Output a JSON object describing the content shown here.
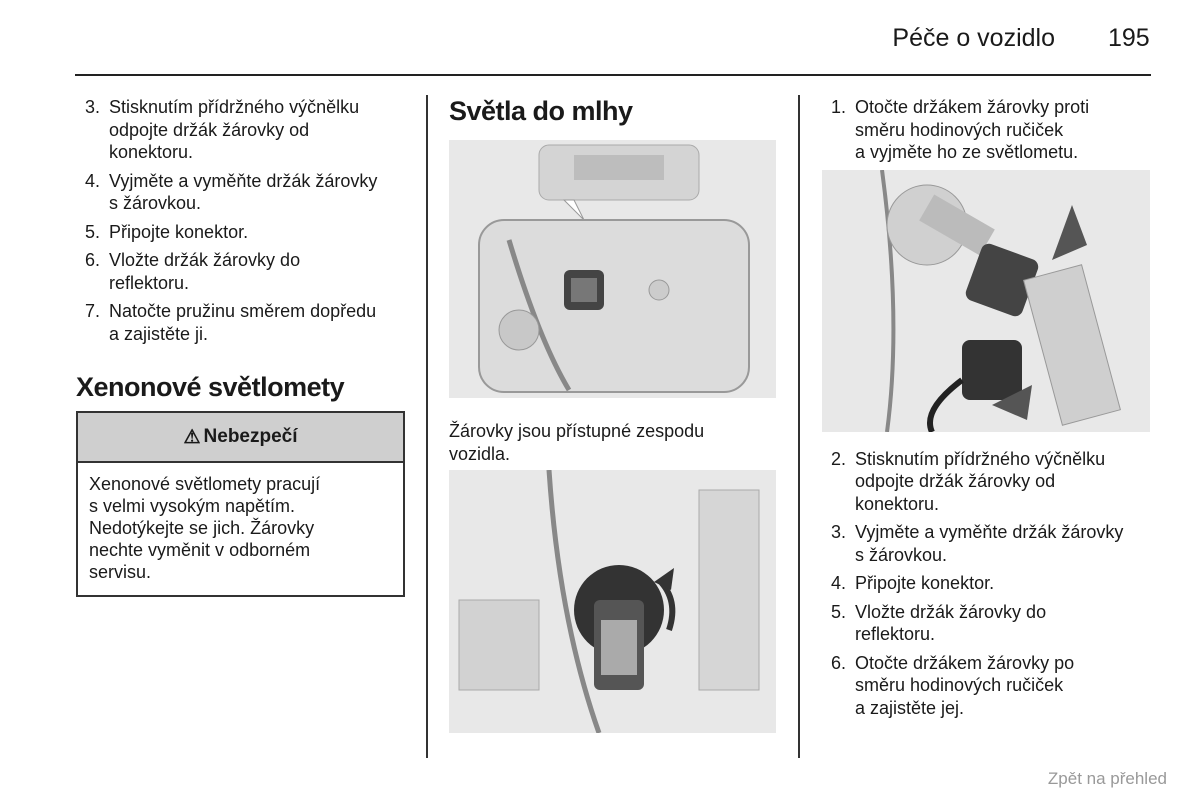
{
  "header": {
    "title": "Péče o vozidlo",
    "page_number": "195"
  },
  "left": {
    "items": [
      {
        "num": "3.",
        "lines": [
          "Stisknutím přídržného výčnělku",
          "odpojte držák žárovky od",
          "konektoru."
        ]
      },
      {
        "num": "4.",
        "lines": [
          "Vyjměte a vyměňte držák žárovky",
          "s žárovkou."
        ]
      },
      {
        "num": "5.",
        "lines": [
          "Připojte konektor."
        ]
      },
      {
        "num": "6.",
        "lines": [
          "Vložte držák žárovky do",
          "reflektoru."
        ]
      },
      {
        "num": "7.",
        "lines": [
          "Natočte pružinu směrem dopředu",
          "a zajistěte ji."
        ]
      }
    ],
    "heading": "Xenonové světlomety",
    "warning": {
      "icon": "warning-triangle-icon",
      "title": "Nebezpečí",
      "lines": [
        "Xenonové světlomety pracují",
        "s velmi vysokým napětím.",
        "Nedotýkejte se jich. Žárovky",
        "nechte vyměnit v odborném",
        "servisu."
      ]
    }
  },
  "middle": {
    "heading": "Světla do mlhy",
    "caption": [
      "Žárovky jsou přístupné zespodu",
      "vozidla."
    ]
  },
  "right": {
    "items": [
      {
        "num": "1.",
        "lines": [
          "Otočte držákem žárovky proti",
          "směru hodinových ručiček",
          "a vyjměte ho ze světlometu."
        ]
      },
      {
        "num": "2.",
        "lines": [
          "Stisknutím přídržného výčnělku",
          "odpojte držák žárovky od",
          "konektoru."
        ]
      },
      {
        "num": "3.",
        "lines": [
          "Vyjměte a vyměňte držák žárovky",
          "s žárovkou."
        ]
      },
      {
        "num": "4.",
        "lines": [
          "Připojte konektor."
        ]
      },
      {
        "num": "5.",
        "lines": [
          "Vložte držák žárovky do",
          "reflektoru."
        ]
      },
      {
        "num": "6.",
        "lines": [
          "Otočte držákem žárovky po",
          "směru hodinových ručiček",
          "a zajistěte jej."
        ]
      }
    ]
  },
  "footer": {
    "link": "Zpět na přehled"
  }
}
